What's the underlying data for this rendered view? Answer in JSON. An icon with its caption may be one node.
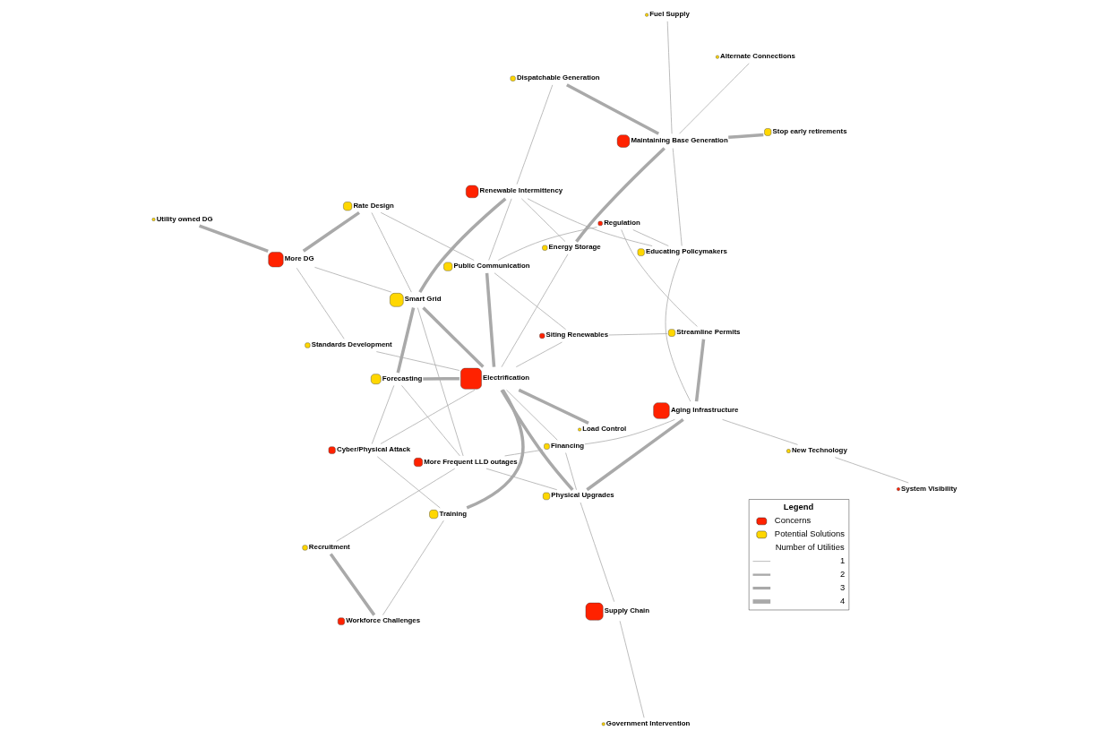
{
  "diagram": {
    "nodes": [
      {
        "text": [
          "Government Intervention"
        ]
      },
      {
        "text": [
          "Supply Chain"
        ]
      },
      {
        "text": [
          "New Technology"
        ]
      },
      {
        "text": [
          "Physical Upgrades"
        ]
      },
      {
        "text": [
          "Financing"
        ]
      },
      {
        "text": [
          "Aging Infrastructure"
        ]
      },
      {
        "text": [
          "More Frequent LLD outages"
        ]
      },
      {
        "text": [
          "Recruitment"
        ]
      },
      {
        "text": [
          "Workforce Challenges"
        ]
      },
      {
        "text": [
          "System Visibility"
        ]
      },
      {
        "text": [
          "Standards Development"
        ]
      },
      {
        "text": [
          "Forecasting"
        ]
      },
      {
        "text": [
          "Cyber/Physical Attack"
        ]
      },
      {
        "text": [
          "Electrification"
        ]
      },
      {
        "text": [
          "Streamline Permits"
        ]
      },
      {
        "text": [
          "Siting Renewables"
        ]
      },
      {
        "text": [
          "Training"
        ]
      },
      {
        "text": [
          "Smart Grid"
        ]
      },
      {
        "text": [
          "More DG"
        ]
      },
      {
        "text": [
          "Utility owned DG"
        ]
      },
      {
        "text": [
          "Public Communication"
        ]
      },
      {
        "text": [
          "Regulation"
        ]
      },
      {
        "text": [
          "Rate Design"
        ]
      },
      {
        "text": [
          "Load Control"
        ]
      },
      {
        "text": [
          "Educating Policymakers"
        ]
      },
      {
        "text": [
          "Renewable Intermittency"
        ]
      },
      {
        "text": [
          "Energy Storage"
        ]
      },
      {
        "text": [
          "Dispatchable Generation"
        ]
      },
      {
        "text": [
          "Maintaining Base Generation"
        ]
      },
      {
        "text": [
          "Stop early retirements"
        ]
      },
      {
        "text": [
          "Fuel Supply"
        ]
      },
      {
        "text": [
          "Alternate Connections"
        ]
      }
    ],
    "edges": [
      {
        "from": 0,
        "to": 1,
        "arrow": "none"
      },
      {
        "from": 1,
        "to": 3,
        "arrow": "none"
      },
      {
        "from": 2,
        "to": 5,
        "arrow": "none"
      },
      {
        "from": 2,
        "to": 9,
        "arrow": "none"
      },
      {
        "from": 3,
        "to": 4,
        "arrow": "none"
      },
      {
        "from": 3,
        "to": 5,
        "arrow": "none",
        "style": "thick"
      },
      {
        "from": 3,
        "to": 13,
        "arrow": "none",
        "style": "thick"
      },
      {
        "from": 3,
        "to": 6,
        "arrow": "none"
      },
      {
        "from": 5,
        "to": 4,
        "arrow": "none"
      },
      {
        "from": 4,
        "to": 6,
        "arrow": "none"
      },
      {
        "from": 4,
        "to": 13,
        "arrow": "none"
      },
      {
        "from": 5,
        "to": 14,
        "arrow": "none",
        "style": "thick"
      },
      {
        "from": 5,
        "to": 24,
        "arrow": "none"
      },
      {
        "from": 24,
        "to": 28,
        "arrow": "none"
      },
      {
        "from": 6,
        "to": 7,
        "arrow": "none"
      },
      {
        "from": 6,
        "to": 11,
        "arrow": "none"
      },
      {
        "from": 6,
        "to": 17,
        "arrow": "none"
      },
      {
        "from": 7,
        "to": 8,
        "arrow": "none",
        "style": "thick"
      },
      {
        "from": 8,
        "to": 16,
        "arrow": "none"
      },
      {
        "from": 10,
        "to": 13,
        "arrow": "none"
      },
      {
        "from": 10,
        "to": 18,
        "arrow": "none"
      },
      {
        "from": 11,
        "to": 12,
        "arrow": "none"
      },
      {
        "from": 11,
        "to": 13,
        "arrow": "none",
        "style": "thick"
      },
      {
        "from": 11,
        "to": 17,
        "arrow": "none",
        "style": "thick"
      },
      {
        "from": 12,
        "to": 13,
        "arrow": "none"
      },
      {
        "from": 12,
        "to": 16,
        "arrow": "none"
      },
      {
        "from": 14,
        "to": 15,
        "arrow": "none"
      },
      {
        "from": 15,
        "to": 13,
        "arrow": "none"
      },
      {
        "from": 13,
        "to": 16,
        "arrow": "none",
        "style": "thick"
      },
      {
        "from": 13,
        "to": 17,
        "arrow": "none",
        "style": "thick"
      },
      {
        "from": 13,
        "to": 20,
        "arrow": "none",
        "style": "thick"
      },
      {
        "from": 13,
        "to": 23,
        "arrow": "none",
        "style": "thick"
      },
      {
        "from": 13,
        "to": 26,
        "arrow": "none"
      },
      {
        "from": 14,
        "to": 21,
        "arrow": "none"
      },
      {
        "from": 15,
        "to": 20,
        "arrow": "none"
      },
      {
        "from": 17,
        "to": 18,
        "arrow": "none"
      },
      {
        "from": 18,
        "to": 19,
        "arrow": "none",
        "style": "thick"
      },
      {
        "from": 18,
        "to": 22,
        "arrow": "none",
        "style": "thick"
      },
      {
        "from": 20,
        "to": 22,
        "arrow": "none"
      },
      {
        "from": 20,
        "to": 25,
        "arrow": "none"
      },
      {
        "from": 21,
        "to": 20,
        "arrow": "none"
      },
      {
        "from": 21,
        "to": 24,
        "arrow": "none"
      },
      {
        "from": 24,
        "to": 25,
        "arrow": "none"
      },
      {
        "from": 25,
        "to": 26,
        "arrow": "none"
      },
      {
        "from": 25,
        "to": 27,
        "arrow": "none"
      },
      {
        "from": 25,
        "to": 17,
        "arrow": "none",
        "style": "thick"
      },
      {
        "from": 22,
        "to": 17,
        "arrow": "none"
      },
      {
        "from": 26,
        "to": 28,
        "arrow": "none",
        "style": "thick"
      },
      {
        "from": 27,
        "to": 28,
        "arrow": "none",
        "style": "thick"
      },
      {
        "from": 28,
        "to": 29,
        "arrow": "none",
        "style": "thick"
      },
      {
        "from": 28,
        "to": 30,
        "arrow": "none"
      },
      {
        "from": 28,
        "to": 31,
        "arrow": "none"
      }
    ],
    "labels": [
      "Legend",
      "Number of Utilities"
    ],
    "legend": [
      {
        "text": "Concerns",
        "color": "#ff2200"
      },
      {
        "text": "Potential Solutions",
        "color": "#ffd700"
      },
      {
        "text": "1"
      },
      {
        "text": "2"
      },
      {
        "text": "3"
      },
      {
        "text": "4"
      }
    ]
  }
}
